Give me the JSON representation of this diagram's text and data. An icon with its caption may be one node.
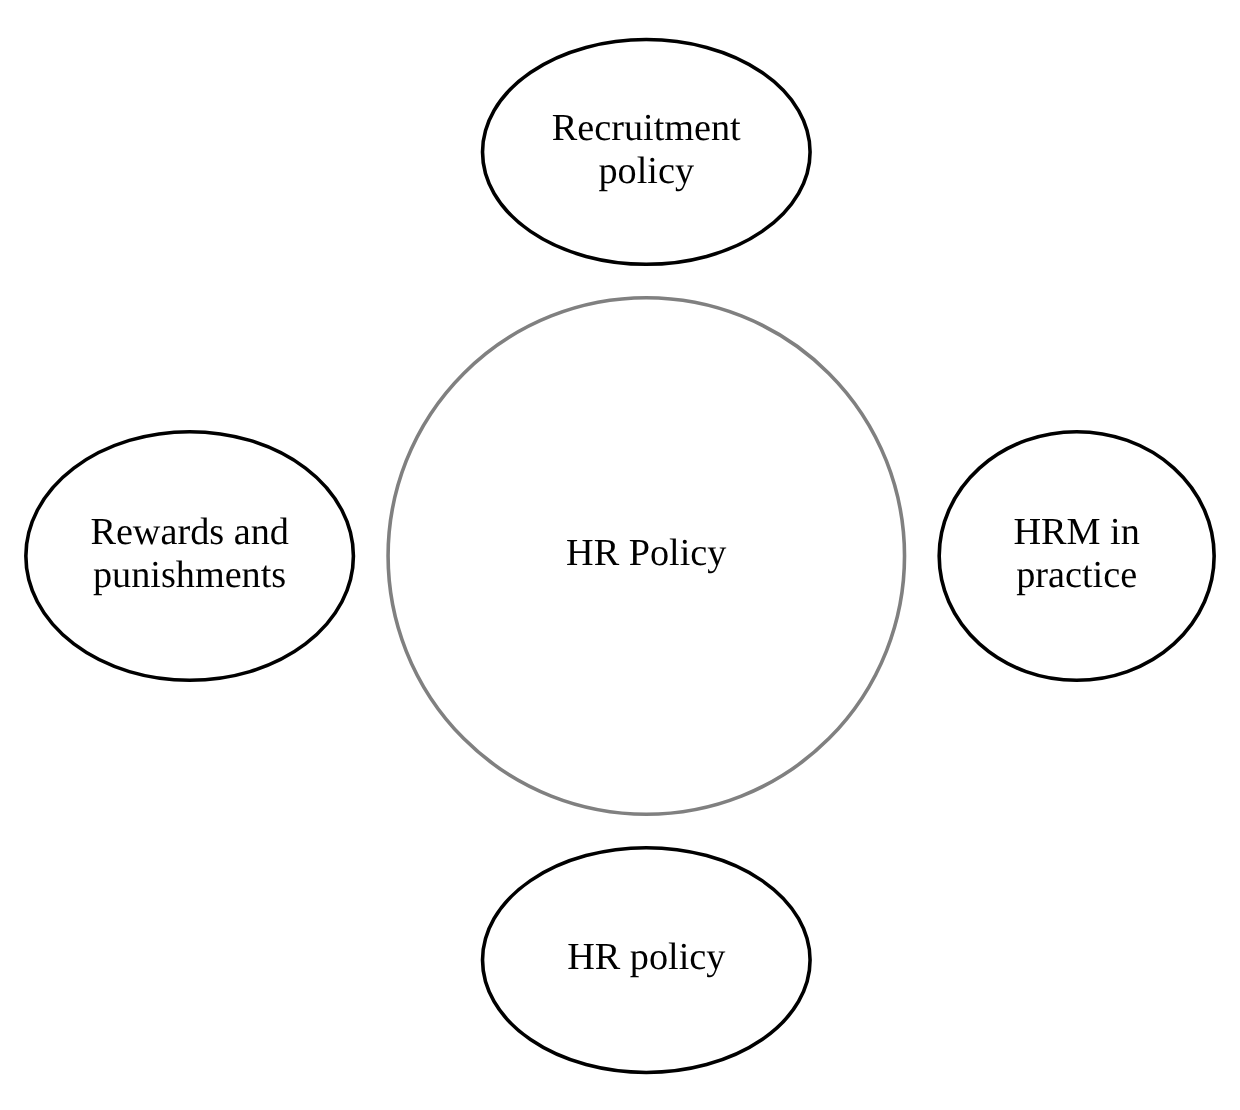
{
  "diagram": {
    "nodes": [
      {
        "text": [
          "Recruitment policy"
        ]
      },
      {
        "text": [
          "Rewards and punishments"
        ]
      },
      {
        "text": [
          "HR Policy"
        ]
      },
      {
        "text": [
          "HRM in practice"
        ]
      },
      {
        "text": [
          "HR policy"
        ]
      }
    ]
  }
}
